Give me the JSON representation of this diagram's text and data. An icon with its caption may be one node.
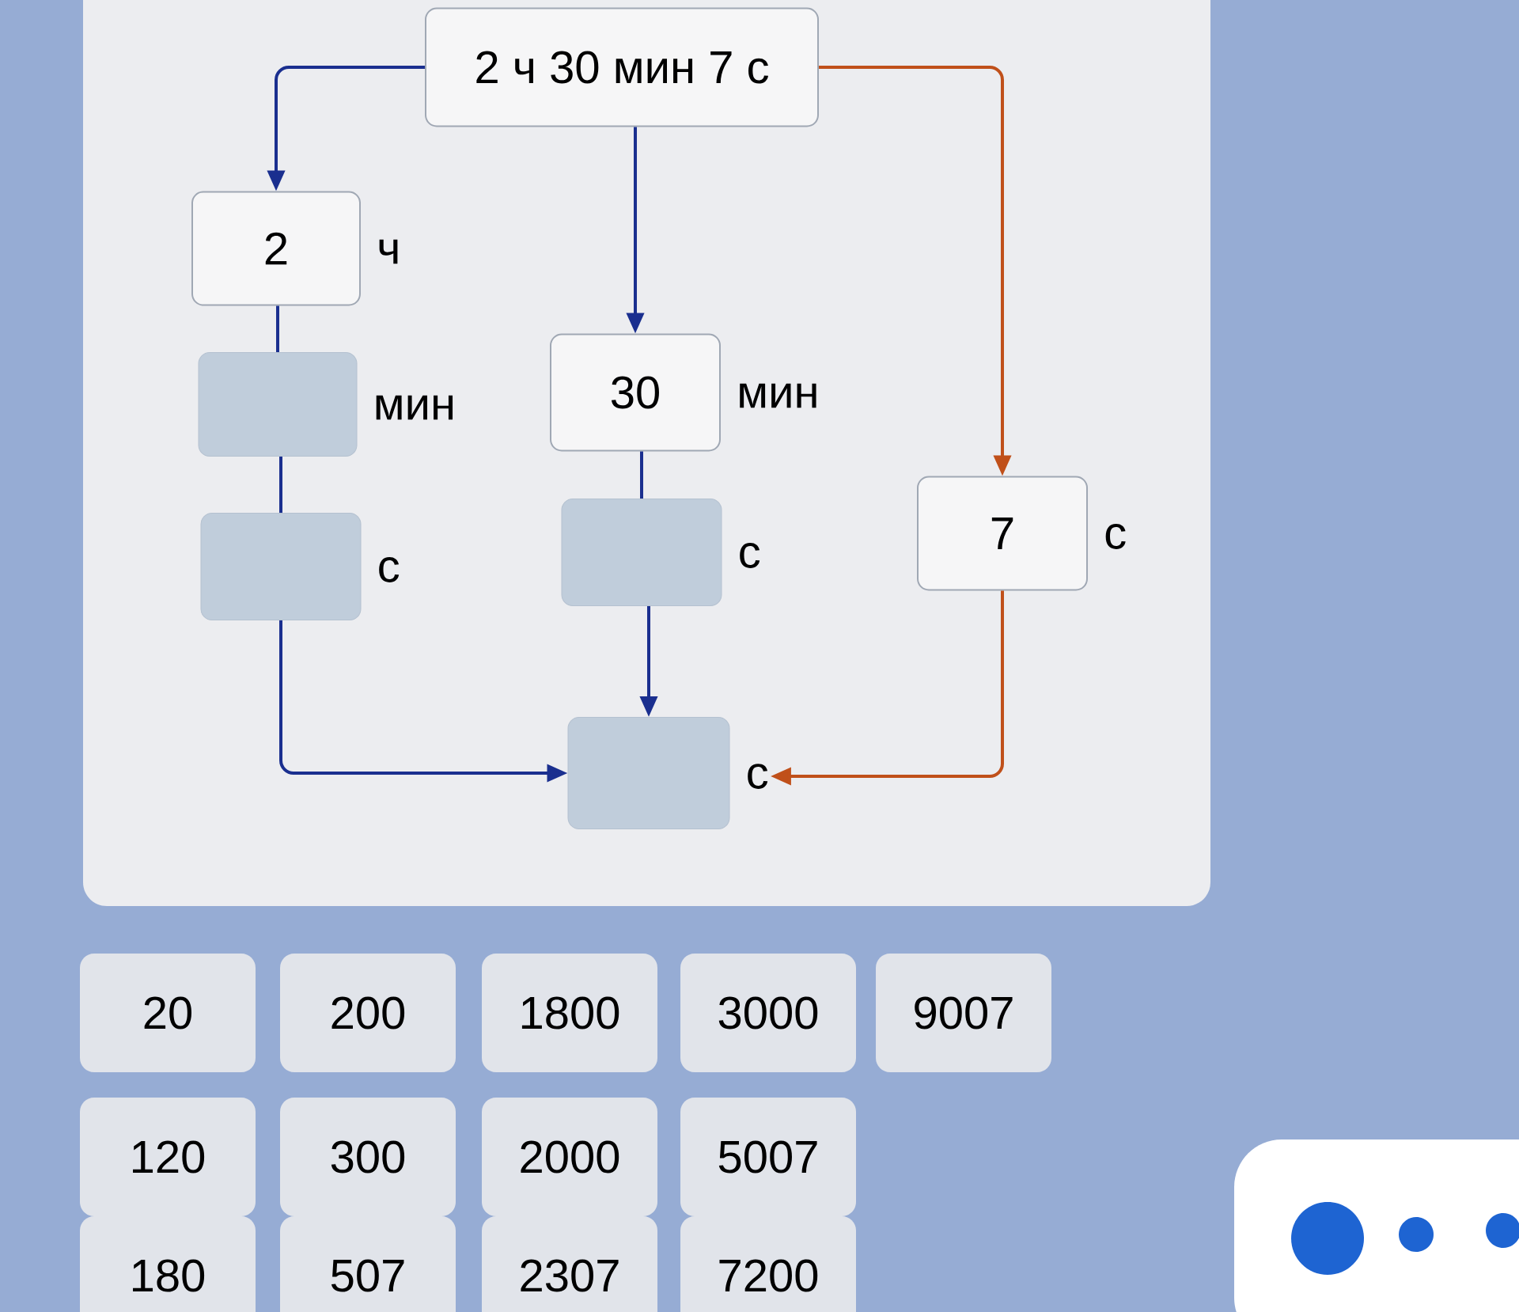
{
  "diagram": {
    "nodes": [
      {
        "text": [
          "2 ч 30 мин 7 с"
        ]
      },
      {
        "text": [
          "2"
        ],
        "beside": [
          "ч"
        ]
      },
      {
        "text": [],
        "shape": "box",
        "beside": [
          "мин"
        ]
      },
      {
        "text": [],
        "shape": "box",
        "beside": [
          "с"
        ]
      },
      {
        "text": [
          "30"
        ],
        "beside": [
          "мин"
        ]
      },
      {
        "text": [],
        "shape": "box",
        "beside": [
          "с"
        ]
      },
      {
        "text": [
          "7"
        ],
        "beside": [
          "с"
        ]
      },
      {
        "text": [],
        "shape": "box",
        "beside": [
          "с"
        ]
      }
    ],
    "edges": [
      {
        "from": 0,
        "to": 1,
        "arrow": "to"
      },
      {
        "from": 0,
        "to": 4,
        "arrow": "to"
      },
      {
        "from": 0,
        "to": 6,
        "arrow": "to",
        "color": "#c0501a"
      },
      {
        "from": 1,
        "to": 2,
        "arrow": "none"
      },
      {
        "from": 2,
        "to": 3,
        "arrow": "none"
      },
      {
        "from": 3,
        "to": 7,
        "arrow": "to"
      },
      {
        "from": 4,
        "to": 5,
        "arrow": "none"
      },
      {
        "from": 5,
        "to": 7,
        "arrow": "to"
      },
      {
        "from": 6,
        "to": 7,
        "arrow": "to",
        "color": "#c0501a"
      }
    ],
    "labels": [
      "20",
      "200",
      "1800",
      "3000",
      "9007",
      "120",
      "300",
      "2000",
      "5007",
      "180",
      "507",
      "2307",
      "7200"
    ]
  }
}
